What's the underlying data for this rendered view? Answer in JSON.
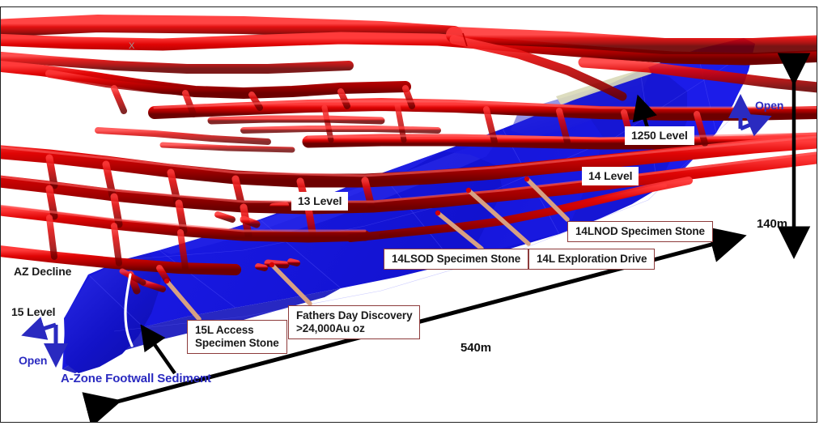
{
  "figure": {
    "type": "3d-mine-long-section",
    "description": "Long section 3D view of underground mine development (red) with A-Zone Footwall Sediment orebody wireframe (blue)",
    "background_color": "#ffffff",
    "frame_color": "#222222"
  },
  "colors": {
    "development_red": "#d40000",
    "development_red_dark": "#8a0000",
    "orebody_blue": "#1414dc",
    "orebody_blue_dark": "#0a0a8c",
    "orebody_blue_light": "#3c3cf0",
    "drillhole_tan": "#d7a183",
    "label_border": "#8d3b3b",
    "annotation_blue": "#2a2ac0",
    "scale_black": "#000000",
    "marker_gray": "#9a9a9a"
  },
  "labels": {
    "level_13": "13 Level",
    "level_14": "14 Level",
    "level_1250": "1250 Level",
    "level_15": "15 Level",
    "az_decline": "AZ Decline",
    "lsod_14": "14LSOD Specimen Stone",
    "lnod_14": "14LNOD Specimen Stone",
    "exploration_drive_14l": "14L Exploration Drive",
    "access_15l_line1": "15L Access",
    "access_15l_line2": "Specimen Stone",
    "fathers_day_line1": "Fathers Day Discovery",
    "fathers_day_line2": ">24,000Au oz",
    "a_zone_footwall": "A-Zone Footwall Sediment",
    "open_top_right": "Open",
    "open_bottom_left": "Open"
  },
  "scale_bars": {
    "vertical_label": "140m",
    "horizontal_label": "540m"
  },
  "markers": {
    "origin_x": "X"
  }
}
